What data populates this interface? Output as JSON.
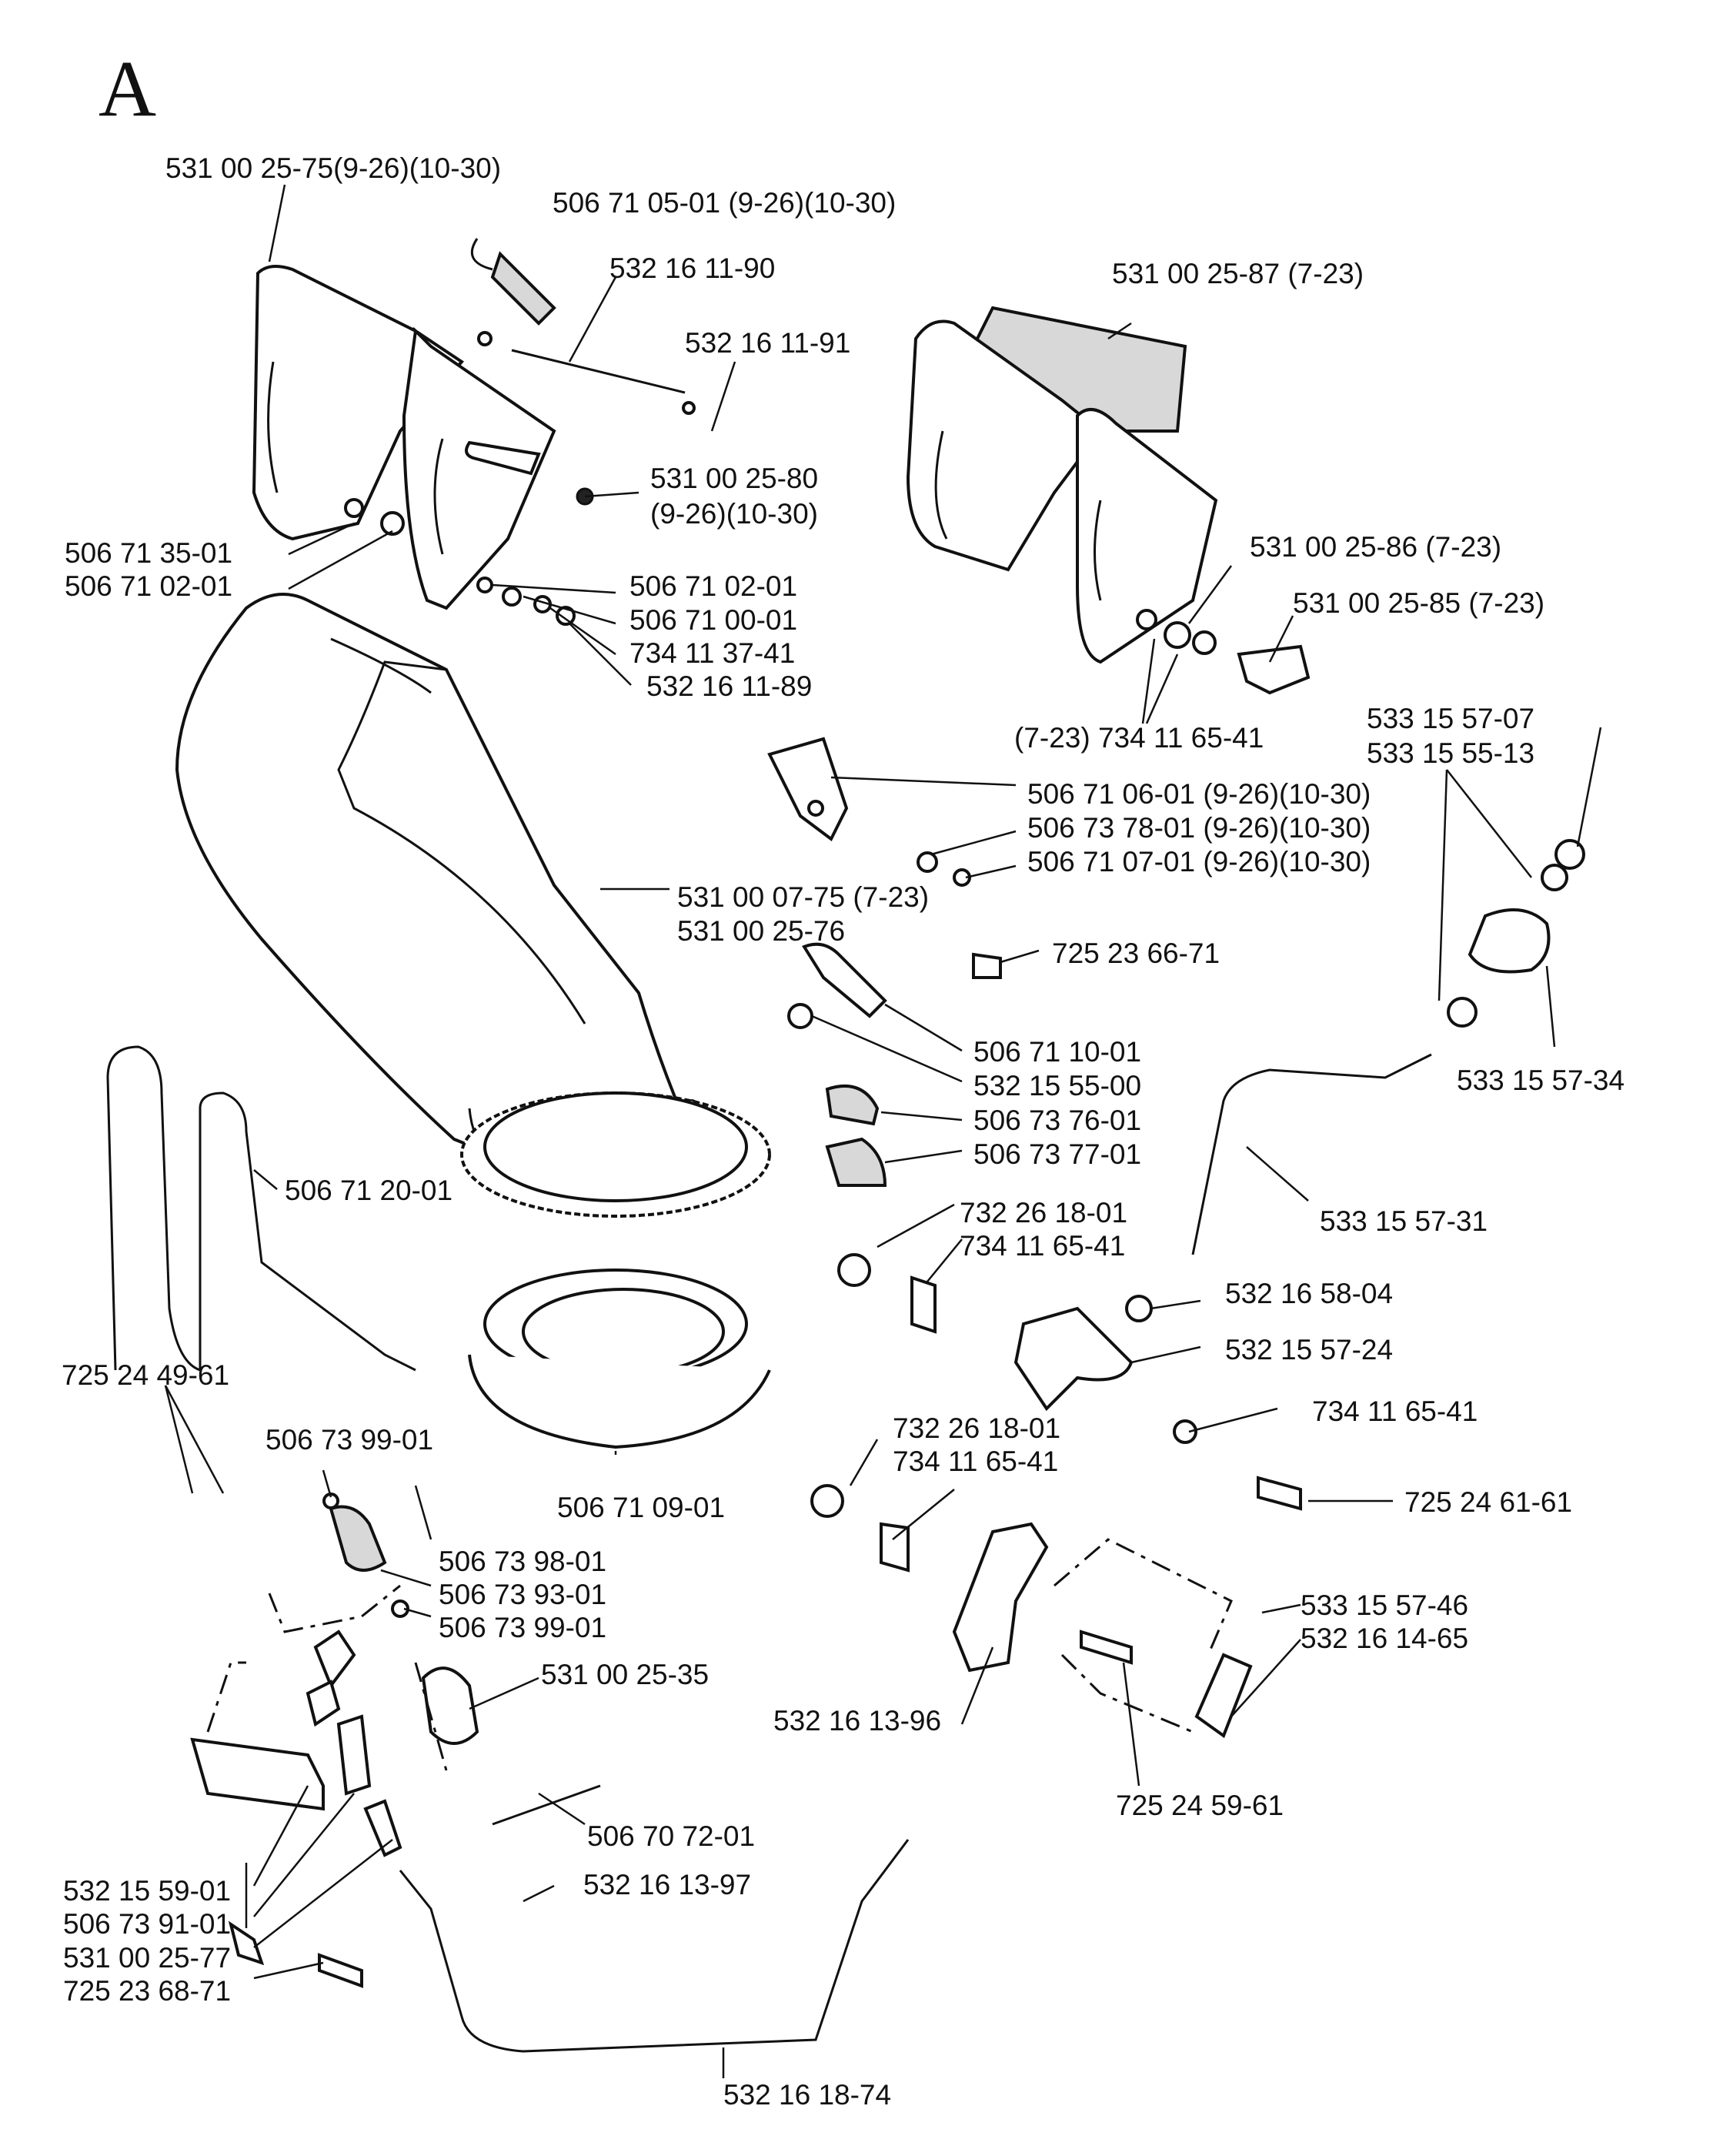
{
  "section_letter": "A",
  "labels": {
    "l01": "531 00 25-75(9-26)(10-30)",
    "l02": "506 71 05-01 (9-26)(10-30)",
    "l03": "532 16 11-90",
    "l04": "532 16 11-91",
    "l05": "531 00 25-87 (7-23)",
    "l06a": "531 00 25-80",
    "l06b": "(9-26)(10-30)",
    "l07": "506 71 35-01",
    "l08": "506 71 02-01",
    "l09": "506 71 02-01",
    "l10": "506 71 00-01",
    "l11": "734 11 37-41",
    "l12": "532 16 11-89",
    "l13": "531 00 25-86 (7-23)",
    "l14": "531 00 25-85 (7-23)",
    "l15": "(7-23) 734 11 65-41",
    "l16": "533 15 57-07",
    "l17": "533 15 55-13",
    "l18": "506 71 06-01 (9-26)(10-30)",
    "l19": "506 73 78-01 (9-26)(10-30)",
    "l20": "506 71 07-01 (9-26)(10-30)",
    "l21": "531 00 07-75 (7-23)",
    "l22": "531 00 25-76",
    "l23": "725 23 66-71",
    "l24": "506 71 10-01",
    "l25": "532 15 55-00",
    "l26": "506 73 76-01",
    "l27": "506 73 77-01",
    "l28": "533  15 57-34",
    "l29": "506 71 20-01",
    "l30": "533 15 57-31",
    "l31": "732 26 18-01",
    "l32": "734 11 65-41",
    "l33": "532 16 58-04",
    "l34": "532 15 57-24",
    "l35": "725 24 49-61",
    "l36": "506 73 99-01",
    "l37": "506 71 09-01",
    "l38": "732 26 18-01",
    "l39": "734 11 65-41",
    "l40": "734 11 65-41",
    "l41": "725 24 61-61",
    "l42": "506 73 98-01",
    "l43": "506 73 93-01",
    "l44": "506 73 99-01",
    "l45": "533 15 57-46",
    "l46": "532 16 14-65",
    "l47": "531 00 25-35",
    "l48": "532 16 13-96",
    "l49": "725 24 59-61",
    "l50": "506 70 72-01",
    "l51": "532 16 13-97",
    "l52": "532 15 59-01",
    "l53": "506 73 91-01",
    "l54": "531 00 25-77",
    "l55": "725 23 68-71",
    "l56": "532 16 18-74"
  }
}
